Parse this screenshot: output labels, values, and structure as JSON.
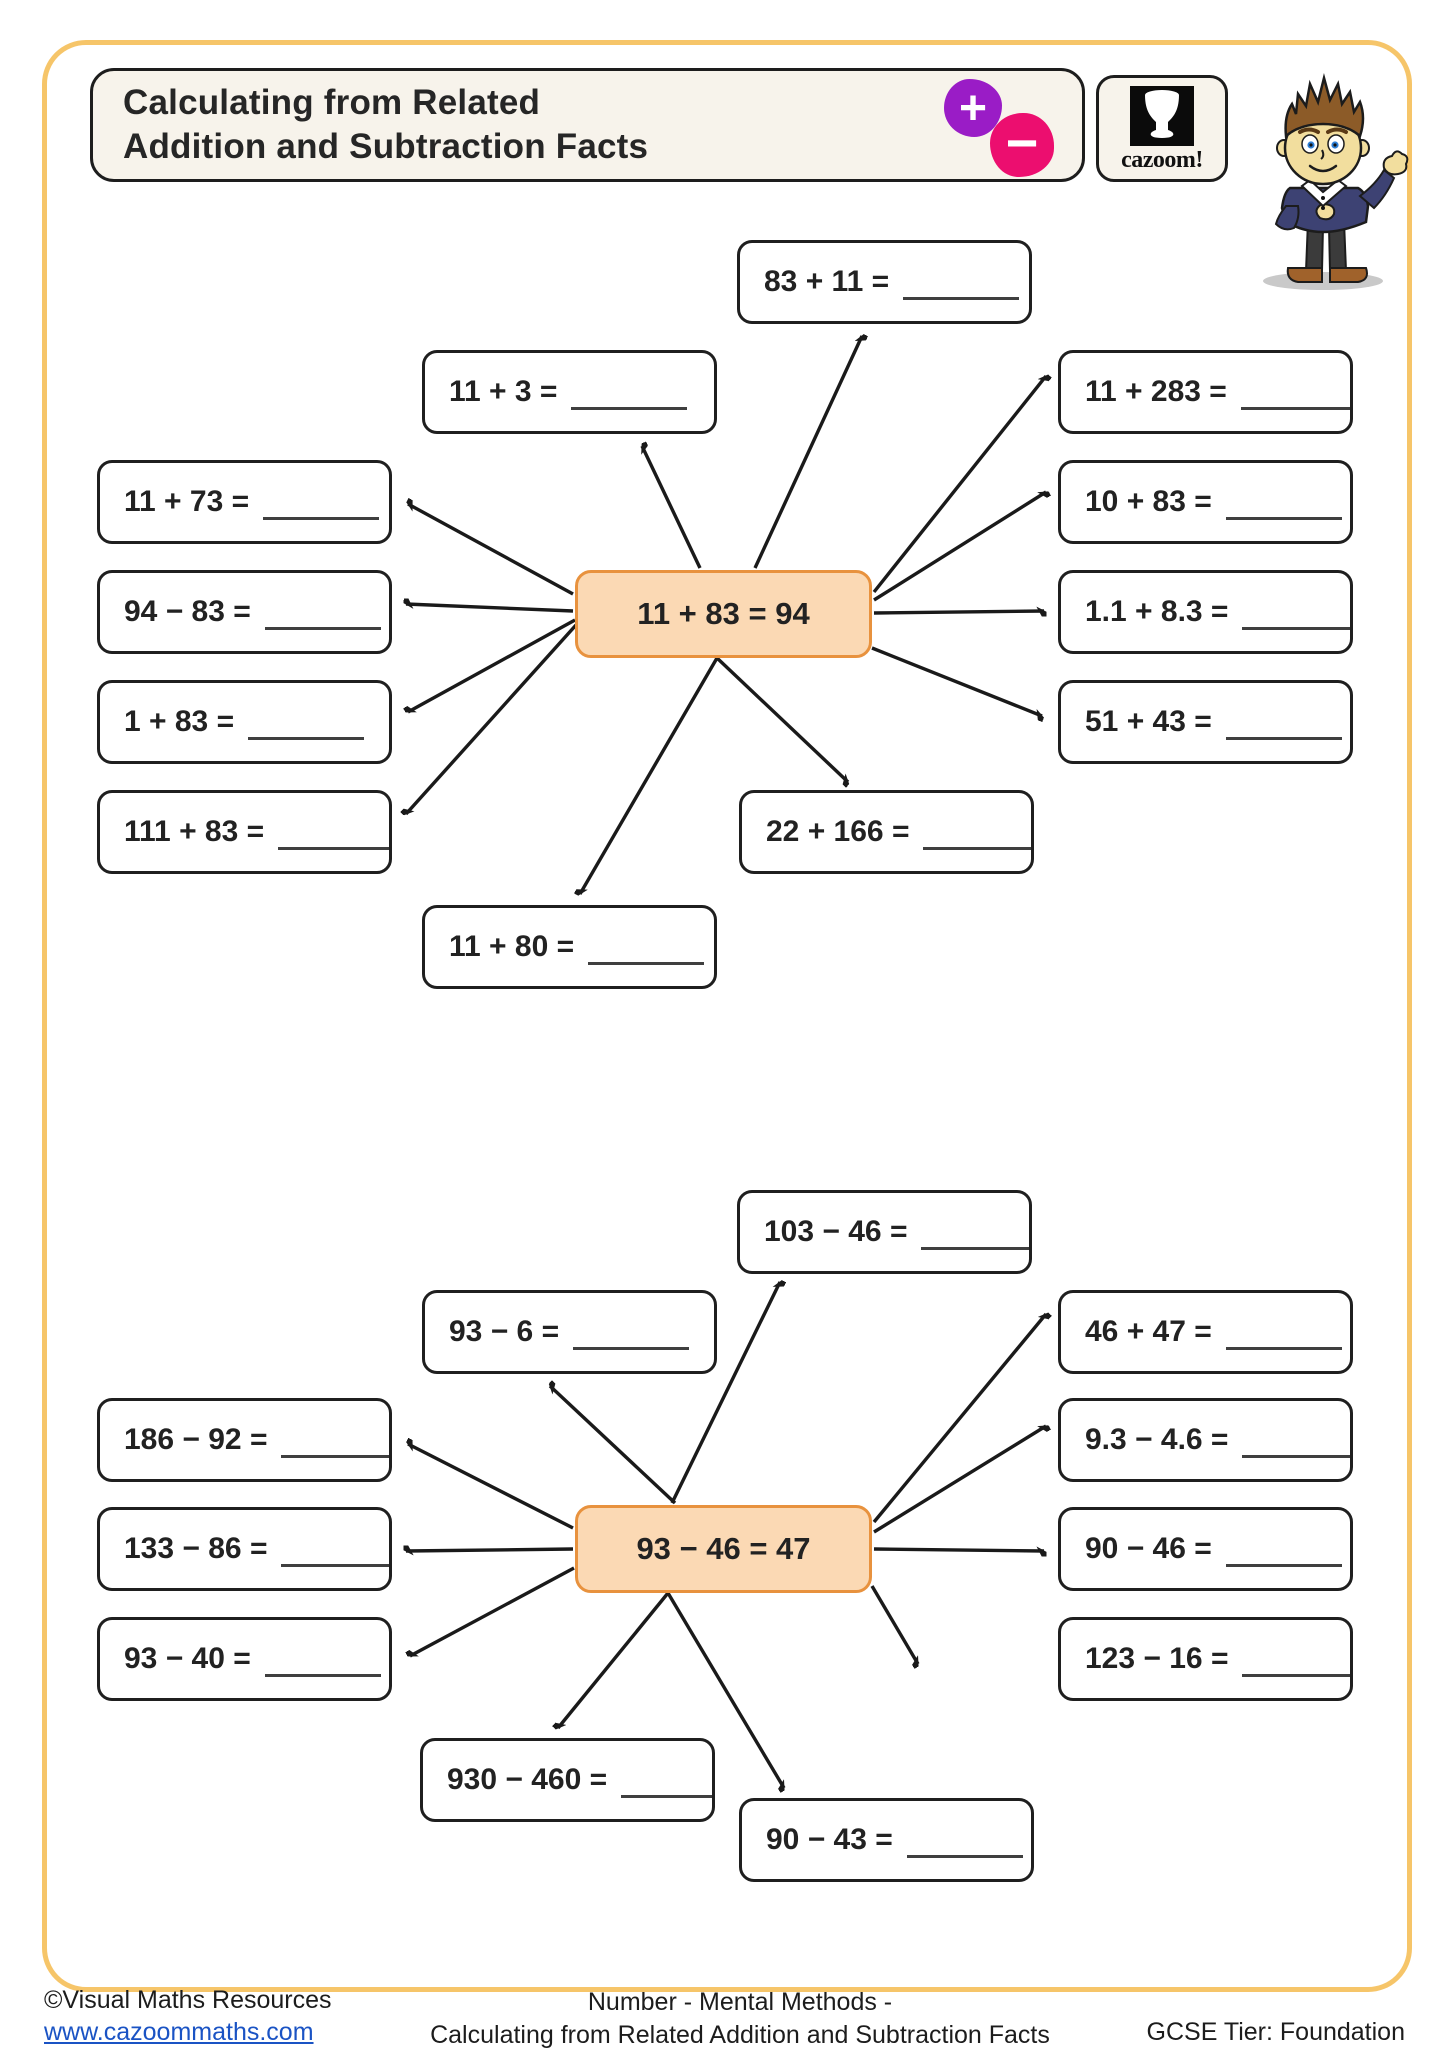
{
  "header": {
    "title_line1": "Calculating from Related",
    "title_line2": "Addition and Subtraction Facts",
    "plus_icon": "+",
    "minus_icon": "−",
    "logo_text": "cazoom!"
  },
  "colors": {
    "page_border": "#F6C569",
    "center_box_fill": "#FBD9B4",
    "center_box_border": "#E8923E",
    "plus_icon_bg": "#9A1CC6",
    "minus_icon_bg": "#EC0E6F",
    "link_blue": "#1A53C4"
  },
  "diagram1": {
    "center_label": "11 + 83 = 94",
    "boxes": [
      {
        "label": "83 + 11 ="
      },
      {
        "label": "11 + 3 ="
      },
      {
        "label": "11 + 283 ="
      },
      {
        "label": "11 + 73 ="
      },
      {
        "label": "10 + 83 ="
      },
      {
        "label": "94 − 83 ="
      },
      {
        "label": "1.1 + 8.3 ="
      },
      {
        "label": "1 + 83 ="
      },
      {
        "label": "51 + 43 ="
      },
      {
        "label": "111 + 83 ="
      },
      {
        "label": "22 + 166 ="
      },
      {
        "label": "11 + 80 ="
      }
    ]
  },
  "diagram2": {
    "center_label": "93 − 46 = 47",
    "boxes": [
      {
        "label": "103 − 46 ="
      },
      {
        "label": "93 − 6 ="
      },
      {
        "label": "46 + 47 ="
      },
      {
        "label": "186 − 92 ="
      },
      {
        "label": "9.3 − 4.6 ="
      },
      {
        "label": "133 − 86 ="
      },
      {
        "label": "90 − 46 ="
      },
      {
        "label": "93 − 40 ="
      },
      {
        "label": "123 − 16 ="
      },
      {
        "label": "930 − 460 ="
      },
      {
        "label": "90 − 43 ="
      }
    ]
  },
  "footer": {
    "copyright": "©Visual Maths Resources",
    "website": "www.cazoommaths.com",
    "topic_line1": "Number - Mental Methods -",
    "topic_line2": "Calculating from Related Addition and Subtraction Facts",
    "tier": "GCSE Tier: Foundation"
  }
}
